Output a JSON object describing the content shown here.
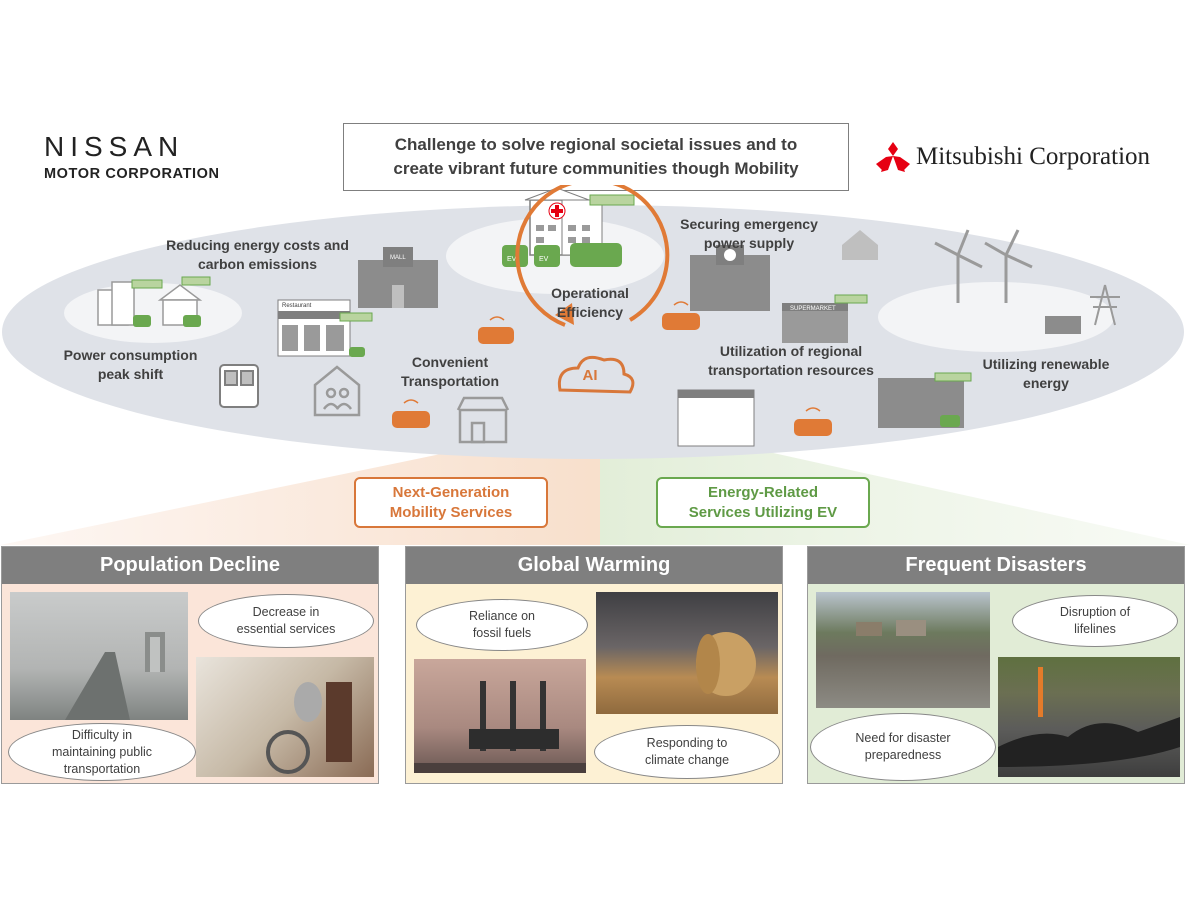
{
  "header": {
    "nissan_name": "NISSAN",
    "nissan_sub": "MOTOR CORPORATION",
    "mitsubishi_name": "Mitsubishi Corporation",
    "title": "Challenge to solve regional societal issues and to\ncreate vibrant future communities though Mobility"
  },
  "ellipse": {
    "reducing_energy": "Reducing energy costs and\ncarbon emissions",
    "peak_shift": "Power consumption\npeak shift",
    "convenient": "Convenient\nTransportation",
    "operational": "Operational\nEfficiency",
    "ai": "AI",
    "securing": "Securing emergency\npower supply",
    "utilization": "Utilization of regional\ntransportation resources",
    "renewable": "Utilizing renewable\nenergy",
    "restaurant_sign": "Restaurant",
    "mall_sign": "MALL",
    "supermarket_sign": "SUPERMARKET",
    "ev_tag": "EV"
  },
  "services": {
    "mobility": "Next-Generation\nMobility Services",
    "energy": "Energy-Related\nServices Utilizing EV"
  },
  "panels": [
    {
      "title": "Population Decline",
      "bubble_a": "Decrease in\nessential services",
      "bubble_b": "Difficulty in\nmaintaining public\ntransportation"
    },
    {
      "title": "Global Warming",
      "bubble_a": "Reliance on\nfossil fuels",
      "bubble_b": "Responding to\nclimate change"
    },
    {
      "title": "Frequent Disasters",
      "bubble_a": "Disruption of\nlifelines",
      "bubble_b": "Need for disaster\npreparedness"
    }
  ],
  "colors": {
    "orange": "#d8773a",
    "green": "#6aa84f",
    "grey_header": "#7f7f7f",
    "ellipse": "#dfe2e8",
    "red": "#e60012"
  }
}
